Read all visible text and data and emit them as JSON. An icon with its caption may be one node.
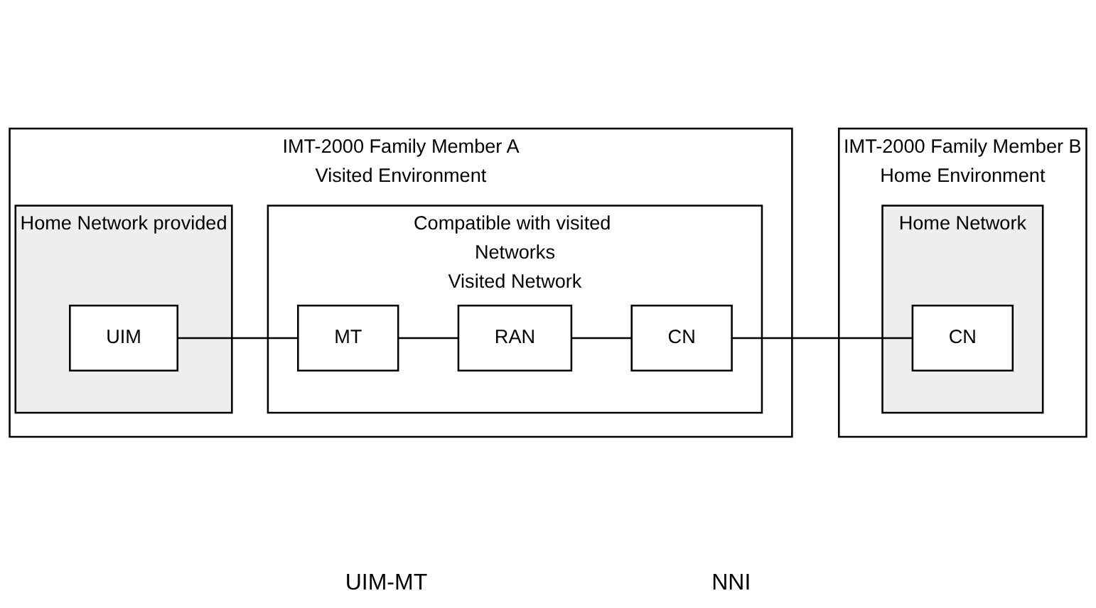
{
  "diagram": {
    "nodes": [
      {
        "text": [
          "IMT-2000 Family Member A",
          "Visited Environment"
        ]
      },
      {
        "text": [
          "Home Network provided"
        ],
        "in": 0
      },
      {
        "text": [
          "UIM"
        ],
        "in": 1
      },
      {
        "text": [
          "Compatible with visited Networks",
          "Visited Network"
        ],
        "in": 0
      },
      {
        "text": [
          "MT"
        ],
        "in": 3
      },
      {
        "text": [
          "RAN"
        ],
        "in": 3
      },
      {
        "text": [
          "CN"
        ],
        "in": 3
      },
      {
        "text": [
          "IMT-2000 Family Member B",
          "Home Environment"
        ]
      },
      {
        "text": [
          "Home Network"
        ],
        "in": 7
      },
      {
        "text": [
          "CN"
        ],
        "in": 8
      }
    ],
    "edges": [
      {
        "from": 2,
        "to": 4,
        "arrow": "none"
      },
      {
        "from": 4,
        "to": 5,
        "arrow": "none"
      },
      {
        "from": 5,
        "to": 6,
        "arrow": "none"
      },
      {
        "from": 6,
        "to": 9,
        "arrow": "none"
      }
    ],
    "labels": [
      "UIM-MT",
      "NNI"
    ]
  }
}
